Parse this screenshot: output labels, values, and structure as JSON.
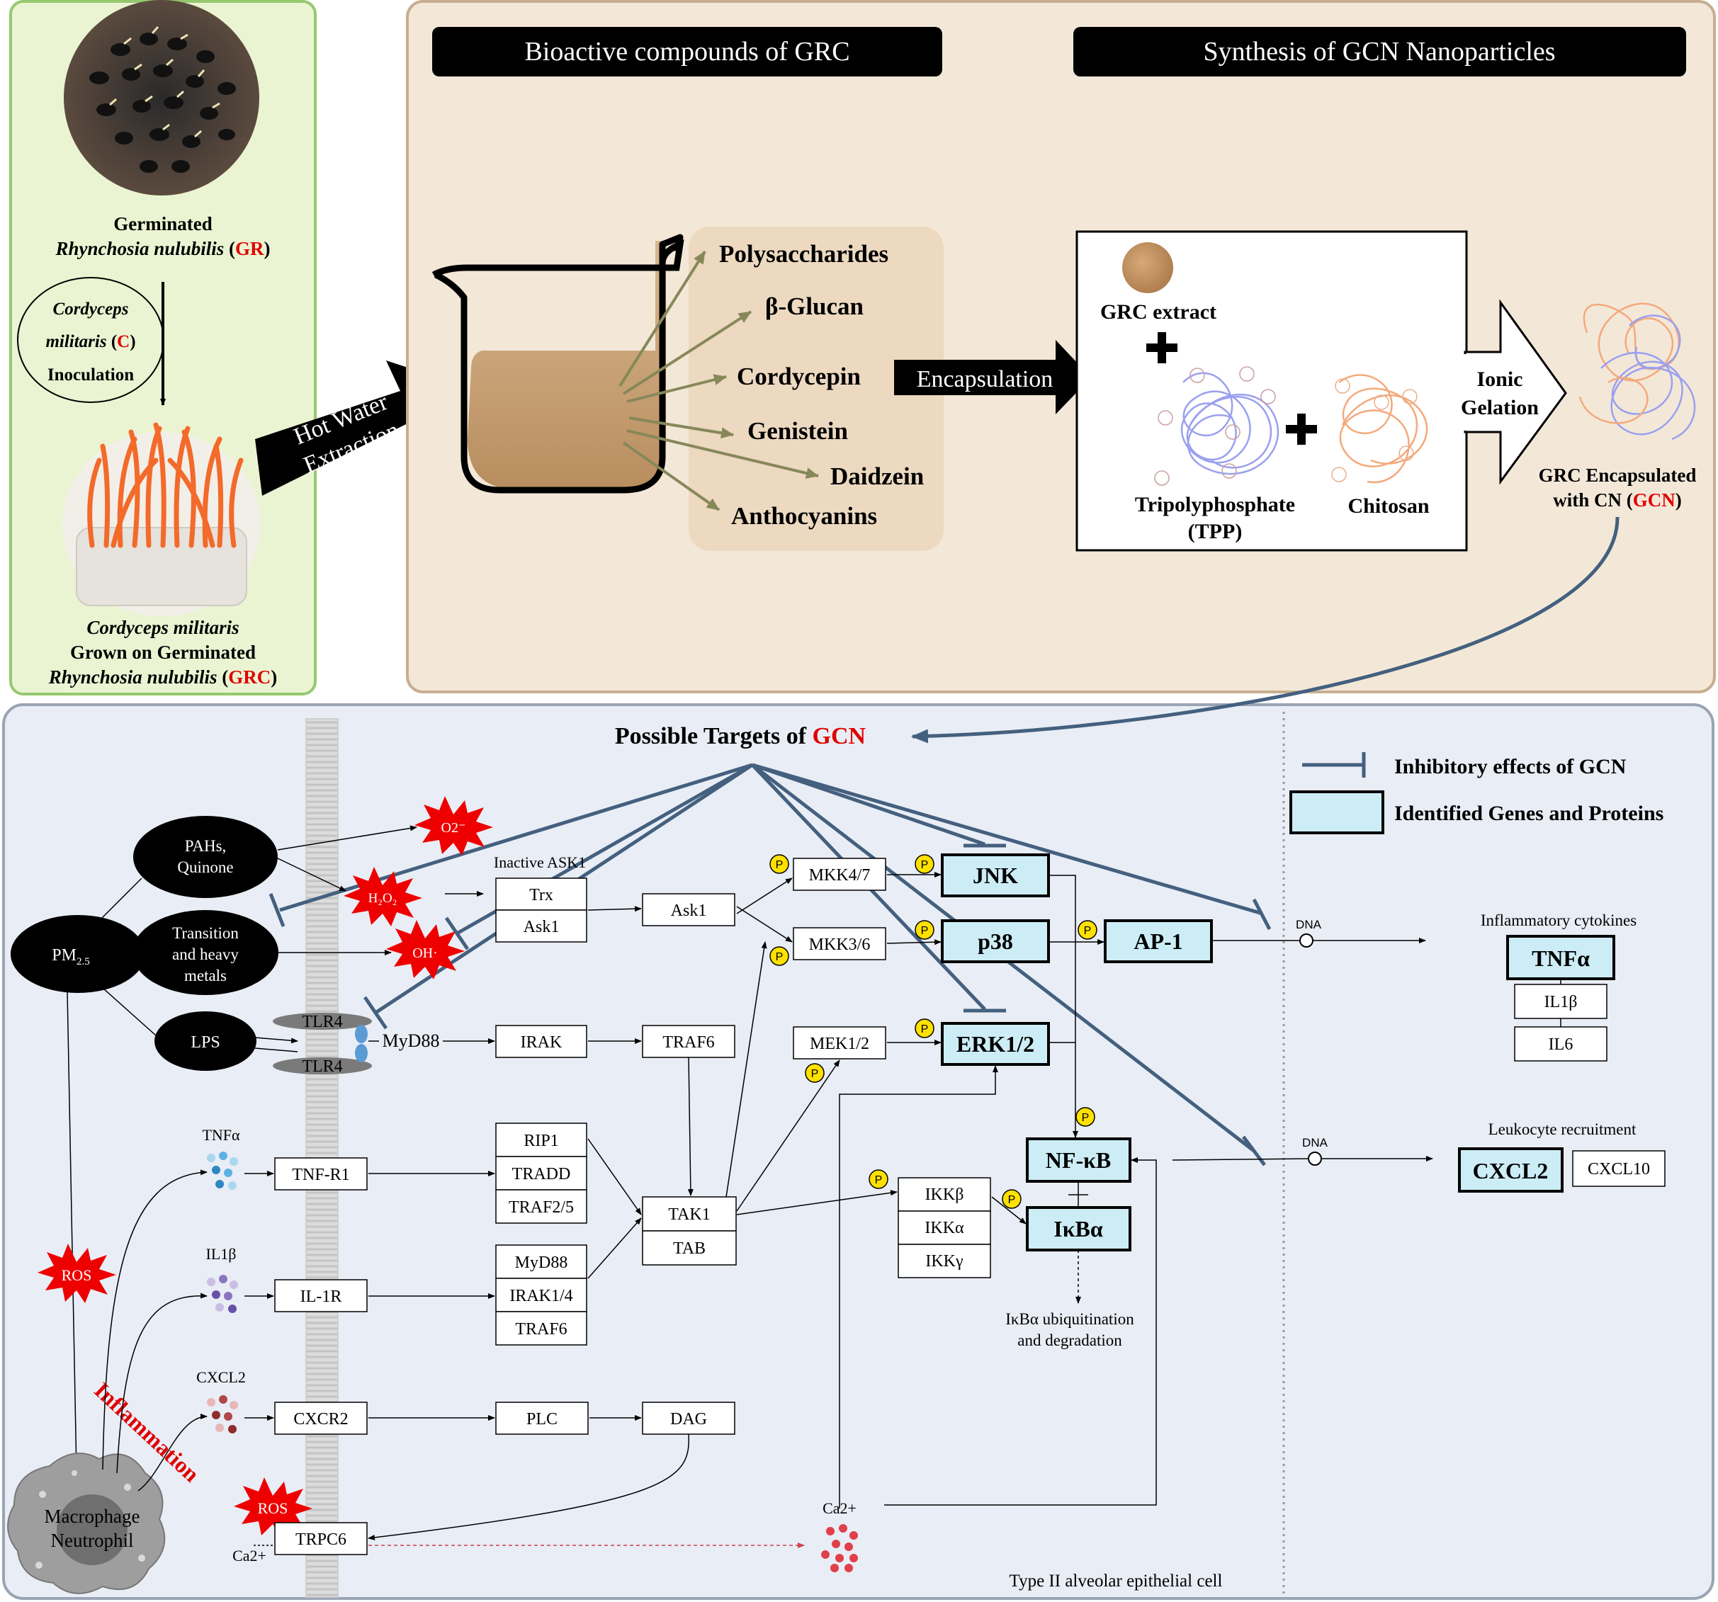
{
  "left_panel": {
    "gr_label_line1": "Germinated",
    "gr_label_line2_italic": "Rhynchosia nulubilis",
    "gr_label_code": "GR",
    "inoculation_line1": "Cordyceps",
    "inoculation_line2": "militaris",
    "inoculation_code": "C",
    "inoculation_line3": "Inoculation",
    "grc_line1": "Cordyceps militaris",
    "grc_line2": "Grown on Germinated",
    "grc_line3": "Rhynchosia nulubilis",
    "grc_code": "GRC"
  },
  "hot_water": {
    "line1": "Hot Water",
    "line2": "Extraction"
  },
  "top_panel": {
    "header_left": "Bioactive compounds of GRC",
    "header_right": "Synthesis of GCN Nanoparticles",
    "compounds": [
      "Polysaccharides",
      "β-Glucan",
      "Cordycepin",
      "Genistein",
      "Daidzein",
      "Anthocyanins"
    ],
    "encapsulation": "Encapsulation",
    "grc_extract": "GRC extract",
    "tpp_line1": "Tripolyphosphate",
    "tpp_line2": "(TPP)",
    "chitosan": "Chitosan",
    "ionic_line1": "Ionic",
    "ionic_line2": "Gelation",
    "gcn_line1": "GRC Encapsulated",
    "gcn_line2": "with CN",
    "gcn_code": "GCN"
  },
  "bottom_panel": {
    "targets_title": "Possible Targets of",
    "targets_code": "GCN",
    "legend_inhibit": "Inhibitory effects of GCN",
    "legend_genes": "Identified Genes and Proteins",
    "pm25": "PM",
    "pm25_sub": "2.5",
    "pahs_line1": "PAHs,",
    "pahs_line2": "Quinone",
    "trans_line1": "Transition",
    "trans_line2": "and  heavy",
    "trans_line3": "metals",
    "lps": "LPS",
    "o2": "O2⁻",
    "h2o2": "H₂O₂",
    "oh": "OH·",
    "ros": "ROS",
    "inflammation": "Inflammation",
    "macrophage_line1": "Macrophage",
    "macrophage_line2": "Neutrophil",
    "inactive_ask1": "Inactive ASK1",
    "trx": "Trx",
    "ask1_a": "Ask1",
    "ask1_b": "Ask1",
    "tlr4": "TLR4",
    "myd88_free": "MyD88",
    "irak": "IRAK",
    "traf6": "TRAF6",
    "tnfa_lig": "TNFα",
    "il1b_lig": "IL1β",
    "cxcl2_lig": "CXCL2",
    "tnfr1": "TNF-R1",
    "il1r": "IL-1R",
    "cxcr2": "CXCR2",
    "rip1": "RIP1",
    "tradd": "TRADD",
    "traf25": "TRAF2/5",
    "myd88_box": "MyD88",
    "irak14": "IRAK1/4",
    "traf6_box": "TRAF6",
    "plc": "PLC",
    "dag": "DAG",
    "tak1": "TAK1",
    "tab": "TAB",
    "mkk47": "MKK4/7",
    "mkk36": "MKK3/6",
    "mek12": "MEK1/2",
    "jnk": "JNK",
    "p38": "p38",
    "erk": "ERK1/2",
    "ap1": "AP-1",
    "nfkb": "NF-κB",
    "ikba": "IκBα",
    "ikkb": "IKKβ",
    "ikka": "IKKα",
    "ikkg": "IKKγ",
    "ikba_deg_line1": "IκBα ubiquitination",
    "ikba_deg_line2": "and degradation",
    "trpc6": "TRPC6",
    "ca_a": "Ca2+",
    "ca_b": "Ca2+",
    "p": "P",
    "dna_a": "DNA",
    "dna_b": "DNA",
    "infl_cytokines": "Inflammatory cytokines",
    "tnfa_out": "TNFα",
    "il1b_out": "IL1β",
    "il6_out": "IL6",
    "leuko": "Leukocyte recruitment",
    "cxcl2_out": "CXCL2",
    "cxcl10_out": "CXCL10",
    "cell_type": "Type II alveolar epithelial cell"
  },
  "colors": {
    "left_bg": "#ebf4d2",
    "left_border": "#96c86e",
    "top_bg": "#f3e8d8",
    "top_border": "#c7ad90",
    "compound_bg": "#ecd9c0",
    "bottom_bg": "#e9edf5",
    "bottom_border": "#9aa4b4",
    "inhibit": "#44607f",
    "gene_fill": "#cdedf6",
    "red": "#e00000",
    "olive_arrow": "#87885a",
    "p_yellow": "#ffe100"
  }
}
